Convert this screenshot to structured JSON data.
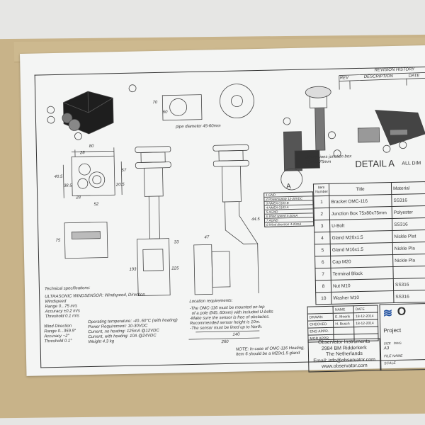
{
  "revision_history": {
    "title": "REVISION HISTORY",
    "rev": "REV",
    "description": "DESCRIPTION",
    "date": "DATE"
  },
  "callouts": {
    "pipe_diameter": "pipe diameter 45-60mm",
    "junction_box": "Dimensions junction box",
    "junction_box_size": "75x80x75mm",
    "detail": "DETAIL A",
    "all_dims": "ALL DIM",
    "view_a": "A"
  },
  "dimensions": [
    "80",
    "28",
    "70",
    "60",
    "57",
    "28",
    "52",
    "47",
    "33",
    "44.5",
    "140",
    "260",
    "225",
    "193",
    "75",
    "40.5",
    "38.5",
    "20.5"
  ],
  "connector_table": [
    "1 GND",
    "2 Powersupply 12-28VDC",
    "3 NMEA 0183 B",
    "4 NMEA 0183 A",
    "5 AGND",
    "6 Wind speed 4-20mA",
    "7 AGND",
    "8 Wind direction 4-20mA"
  ],
  "items_table": {
    "headers": [
      "Item Number",
      "Title",
      "Material"
    ],
    "rows": [
      [
        "1",
        "Bracket OMC-116",
        "SS316"
      ],
      [
        "2",
        "Junction Box 75x80x75mm",
        "Polyester"
      ],
      [
        "3",
        "U-Bolt",
        "SS316"
      ],
      [
        "4",
        "Gland M20x1.5",
        "Nickle Plat"
      ],
      [
        "5",
        "Gland M16x1.5",
        "Nickle Pla"
      ],
      [
        "6",
        "Cap M20",
        "Nickle Pla"
      ],
      [
        "7",
        "Terminal Block",
        ""
      ],
      [
        "8",
        "Nut M10",
        "SS316"
      ],
      [
        "10",
        "Washer M10",
        "SS316"
      ]
    ]
  },
  "title_block": {
    "headers": [
      "",
      "NAME",
      "DATE"
    ],
    "rows": [
      [
        "DRAWN",
        "E. Moerik",
        "18-12-2014"
      ],
      [
        "CHECKED",
        "H. Busch",
        "18-12-2014"
      ],
      [
        "ENG APPR.",
        "",
        ""
      ],
      [
        "MGR APPR.",
        "",
        ""
      ]
    ],
    "company": [
      "Observator Instruments",
      "2984 BM Ridderkerk",
      "The Netherlands",
      "Email: info@observator.com",
      "www.observator.com"
    ],
    "logo_text": "O",
    "project": "Project",
    "size_label": "SIZE",
    "size": "A3",
    "dwg": "DWG",
    "file_name": "FILE NAME",
    "scale": "SCALE",
    "brand_color": "#1d4fa0"
  },
  "specs": {
    "heading": "Technical specifications:",
    "sensor": "ULTRASONIC WINDSENSOR: Windspeed, Direction",
    "windspeed": [
      "Windspeed",
      "Range 0...75 m/s",
      "Accuracy ±0.2 m/s",
      "Threshold 0.1 m/s"
    ],
    "winddir": [
      "Wind Direction",
      "Range 0...359.9°",
      "Accuracy ~2°",
      "Threshold 0.1°"
    ],
    "general": [
      "Operating temperature: -40..60°C (with heating)",
      "Power Requirement: 10-30VDC",
      "Current, no heating: 125mA @12VDC",
      "Current, with heating: 10A @24VDC",
      "Weight 4.3 kg"
    ]
  },
  "location": {
    "heading": "Location requirements:",
    "lines": [
      "-The OMC-116 must be mounted on top",
      "of a pole Ø45..60mm) with included U-bolts",
      "-Make sure the sensor is free of obstacles.",
      "Recommended sensor height is 10m.",
      "-The sensor must be lined up to North."
    ]
  },
  "note": [
    "NOTE: In case of OMC-116 Heating,",
    "Item 6 should be a M20x1.5 gland"
  ]
}
